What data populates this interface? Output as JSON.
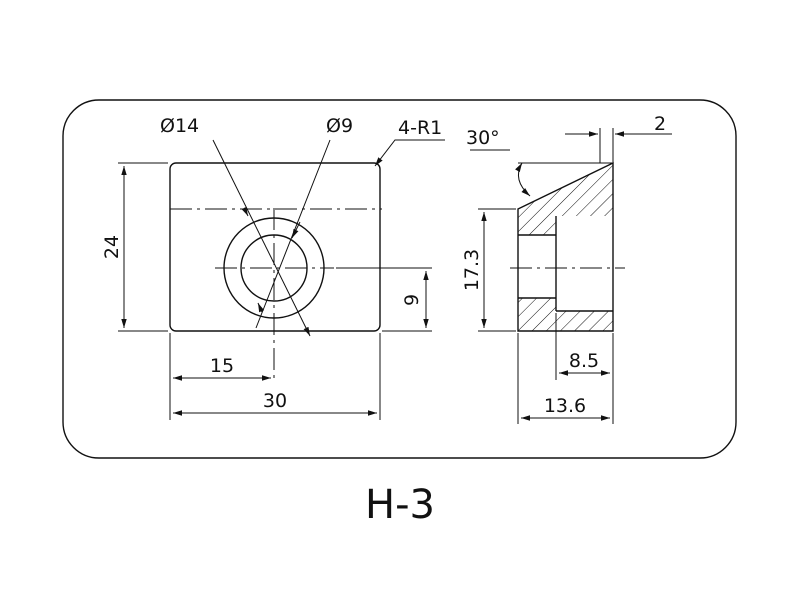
{
  "labels": {
    "dia_outer": "Ø14",
    "dia_inner": "Ø9",
    "corner_radius": "4-R1",
    "angle": "30°",
    "chamfer_depth": "2",
    "height": "24",
    "hole_offset_vertical": "9",
    "hole_offset_horizontal": "15",
    "width": "30",
    "side_height": "17.3",
    "counterbore_depth": "8.5",
    "thickness": "13.6"
  },
  "caption": "H-3"
}
